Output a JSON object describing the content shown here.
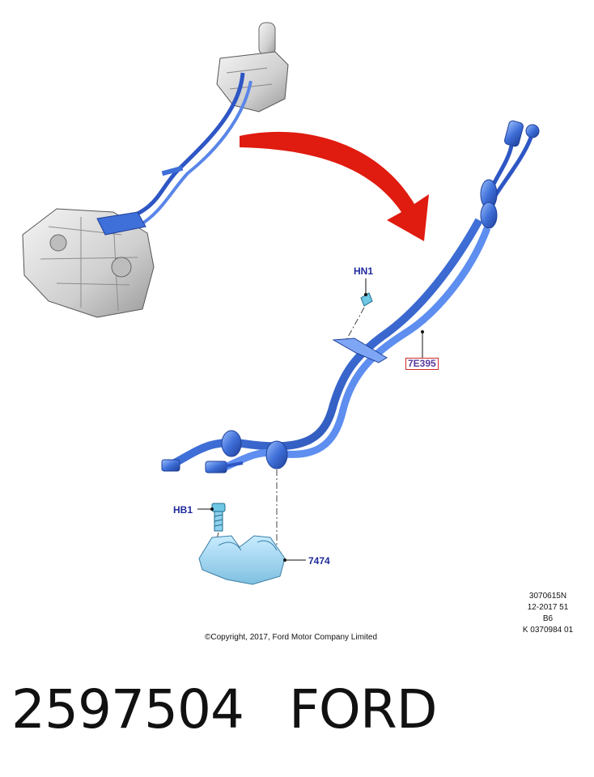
{
  "labels": {
    "hn1": "HN1",
    "part_7e395": "7E395",
    "hb1": "HB1",
    "part_7474": "7474"
  },
  "meta_lines": [
    "3070615N",
    "12-2017 51",
    "B6",
    "K 0370984 01"
  ],
  "copyright": "©Copyright, 2017, Ford Motor Company Limited",
  "caption": {
    "part_number": "2597504",
    "brand": "FORD"
  },
  "colors": {
    "cable_blue": "#3f6fd8",
    "arrow_red": "#e01b0f",
    "callout_text": "#1f2a9c",
    "highlight_box": "#d22a2a",
    "bracket_cyan": "#8fd0ee"
  }
}
